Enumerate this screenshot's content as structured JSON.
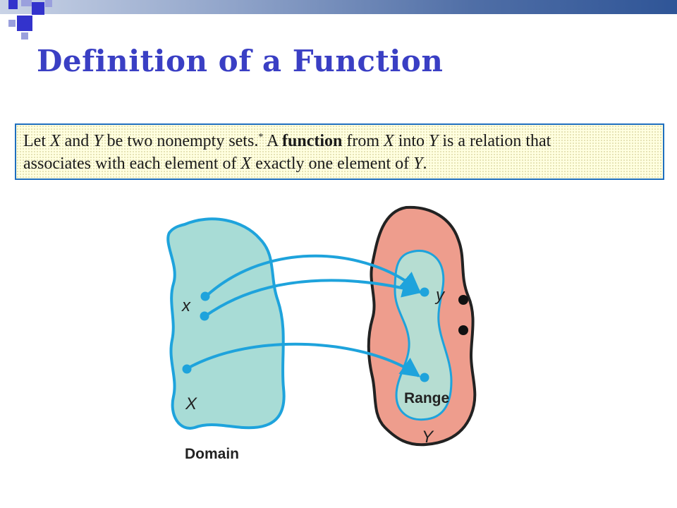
{
  "slide": {
    "title": "Definition of a Function"
  },
  "definition": {
    "line1": {
      "t1": "Let ",
      "x1": "X",
      "t2": " and ",
      "y1": "Y",
      "t3": " be two nonempty sets.",
      "sup": "*",
      "t4": " A ",
      "bold": "function",
      "t5": " from ",
      "x2": "X",
      "t6": " into ",
      "y2": "Y",
      "t7": " is a relation that"
    },
    "line2": {
      "t1": "associates with each element of ",
      "x1": "X",
      "t2": " exactly one element of ",
      "y1": "Y",
      "t3": "."
    }
  },
  "diagram": {
    "element_x": "x",
    "element_y": "y",
    "set_x": "X",
    "set_y": "Y",
    "domain": "Domain",
    "range": "Range"
  },
  "colors": {
    "title": "#3a3fc4",
    "box_border": "#1f6fbf",
    "box_fill": "#ffffe0",
    "domain_fill": "#a8dcd6",
    "domain_stroke": "#1ea3dc",
    "codomain_fill": "#ee9d8d",
    "codomain_stroke": "#222222",
    "range_fill": "#b6ddd2",
    "arrow": "#1ea3dc"
  }
}
